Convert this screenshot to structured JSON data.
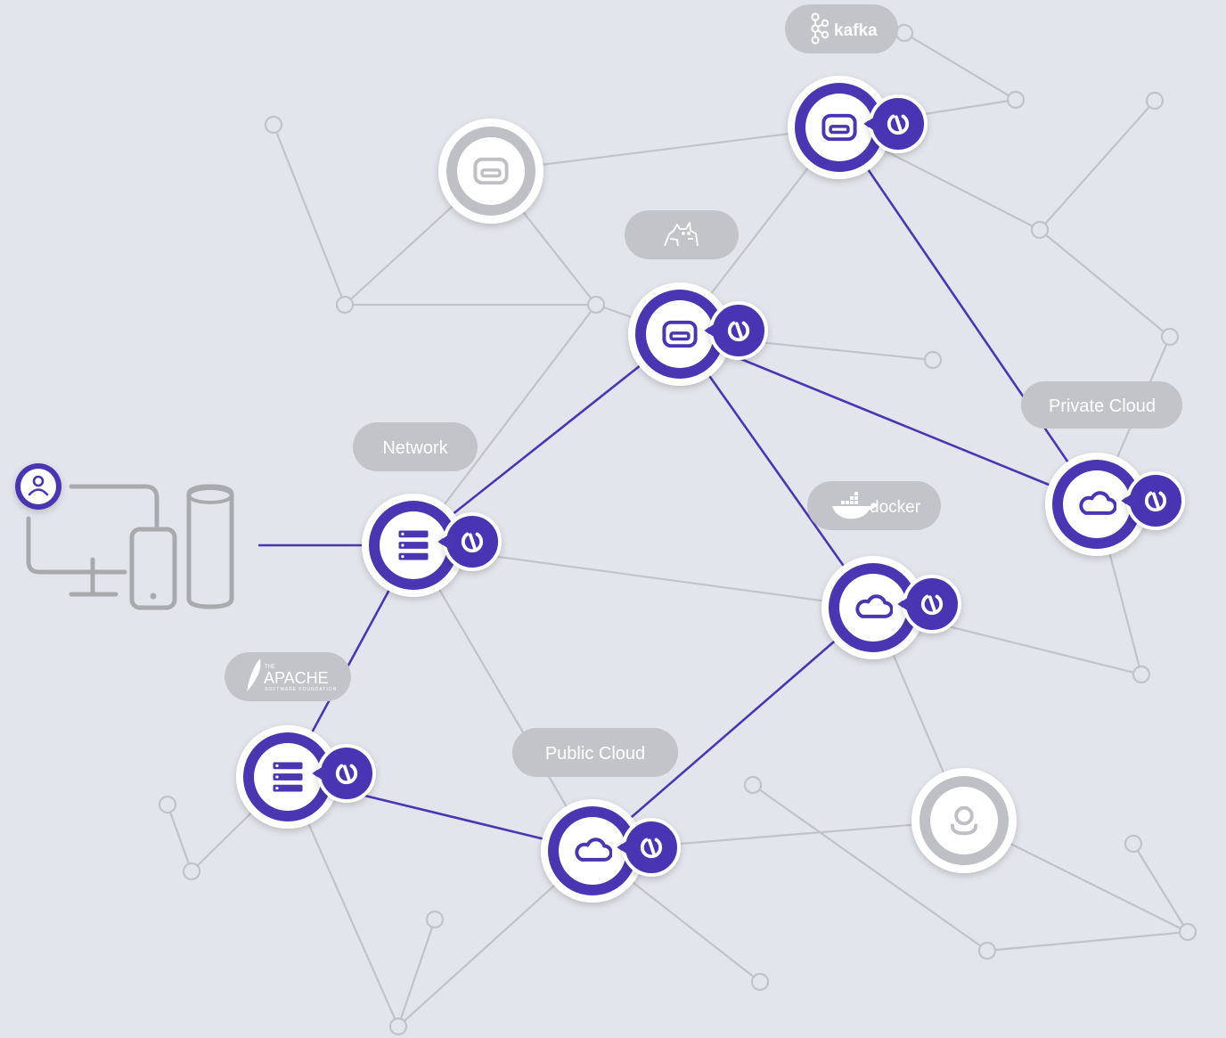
{
  "colors": {
    "background": "#e3e5ec",
    "accent": "#4a36b3",
    "line_gray": "#c2c3c8",
    "node_gray": "#bfc0c5",
    "pill_gray": "#c3c4c9",
    "label_text": "#ffffff"
  },
  "labels": {
    "network": "Network",
    "private_cloud": "Private Cloud",
    "public_cloud": "Public Cloud"
  },
  "logos": {
    "kafka": "kafka",
    "docker": "docker",
    "apache": "APACHE",
    "apache_small": "THE",
    "apache_sub": "SOFTWARE FOUNDATION",
    "tomcat": "tomcat-cat-icon"
  },
  "nodes": [
    {
      "name": "node-gateway-top",
      "icon": "card-icon",
      "active": true
    },
    {
      "name": "node-gateway-inactive",
      "icon": "card-icon",
      "active": false
    },
    {
      "name": "node-gateway-center",
      "icon": "card-icon",
      "active": true
    },
    {
      "name": "node-network-server",
      "icon": "server-stack-icon",
      "active": true
    },
    {
      "name": "node-apache-server",
      "icon": "server-stack-icon",
      "active": true
    },
    {
      "name": "node-private-cloud",
      "icon": "cloud-icon",
      "active": true
    },
    {
      "name": "node-docker-cloud",
      "icon": "cloud-icon",
      "active": true
    },
    {
      "name": "node-public-cloud",
      "icon": "cloud-icon",
      "active": true
    },
    {
      "name": "node-location-inactive",
      "icon": "location-pin-icon",
      "active": false
    }
  ],
  "devices": {
    "user_icon": "user-icon",
    "desktop_icon": "desktop-monitor-icon",
    "phone_icon": "smartphone-icon",
    "speaker_icon": "smart-speaker-icon"
  }
}
